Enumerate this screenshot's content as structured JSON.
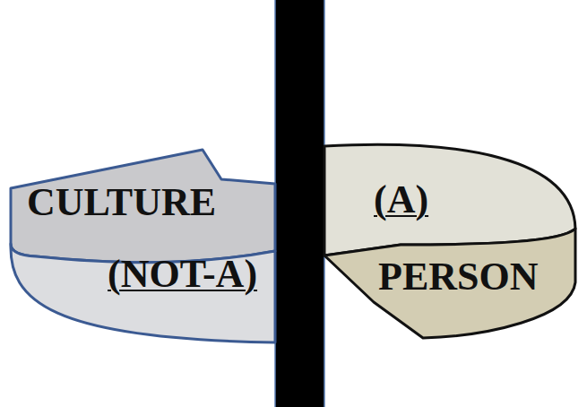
{
  "diagram": {
    "nodes": [
      {
        "text": [
          "CULTURE",
          "(NOT-A)"
        ]
      },
      {
        "text": [
          "(A)",
          "PERSON"
        ]
      }
    ]
  }
}
